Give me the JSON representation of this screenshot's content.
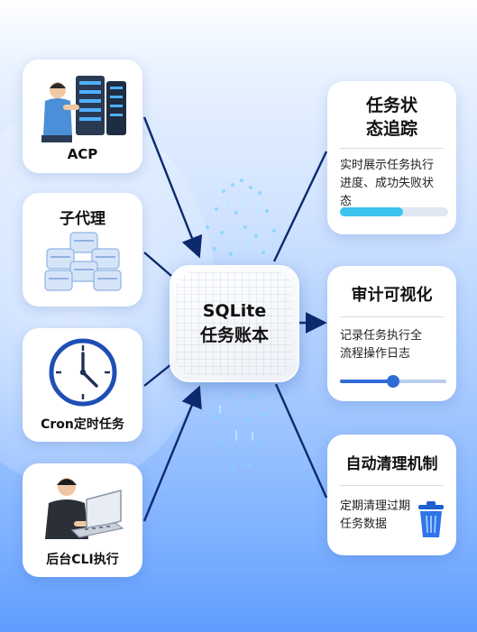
{
  "center": {
    "line1": "SQLite",
    "line2": "任务账本"
  },
  "sources": [
    {
      "label": "ACP",
      "icon": "server-technician-icon"
    },
    {
      "label": "子代理",
      "icon": "server-stack-icon"
    },
    {
      "label": "Cron定时任务",
      "icon": "clock-icon"
    },
    {
      "label": "后台CLI执行",
      "icon": "laptop-operator-icon"
    }
  ],
  "features": [
    {
      "title_line1": "任务状",
      "title_line2": "态追踪",
      "desc_line1": "实时展示任务执行",
      "desc_line2": "进度、成功失败状态",
      "progress": 0.58
    },
    {
      "title": "审计可视化",
      "desc_line1": "记录任务执行全",
      "desc_line2": "流程操作日志",
      "slider": 0.5
    },
    {
      "title": "自动清理机制",
      "desc_line1": "定期清理过期",
      "desc_line2": "任务数据",
      "icon": "trash-icon"
    }
  ],
  "colors": {
    "arrow": "#0d2a6e",
    "accent": "#2f6bd8",
    "progress": "#3cc3f0"
  }
}
